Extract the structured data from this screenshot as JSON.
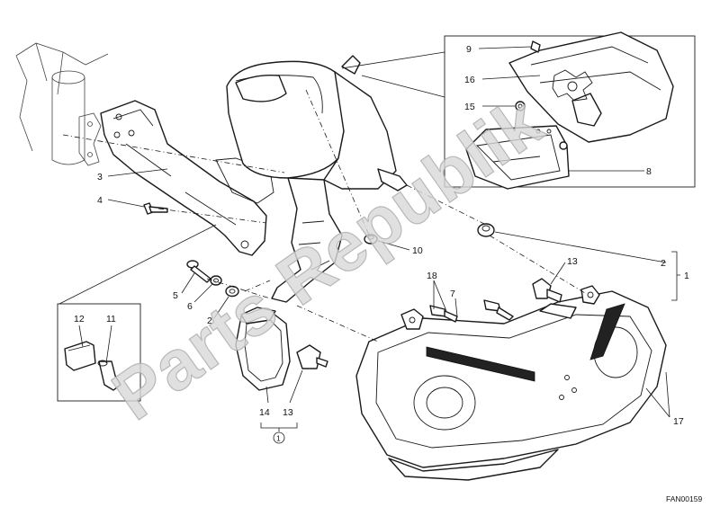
{
  "watermark": "Parts Republik",
  "drawing_ref": "FAN00159",
  "group_marker": "1",
  "callouts": {
    "c9": "9",
    "c16": "16",
    "c15": "15",
    "c8": "8",
    "c3": "3",
    "c4": "4",
    "c10": "10",
    "c2a": "2",
    "c1": "1",
    "c13a": "13",
    "c18": "18",
    "c7": "7",
    "c5": "5",
    "c6": "6",
    "c2b": "2",
    "c12": "12",
    "c11": "11",
    "c14": "14",
    "c13b": "13",
    "c17": "17"
  }
}
